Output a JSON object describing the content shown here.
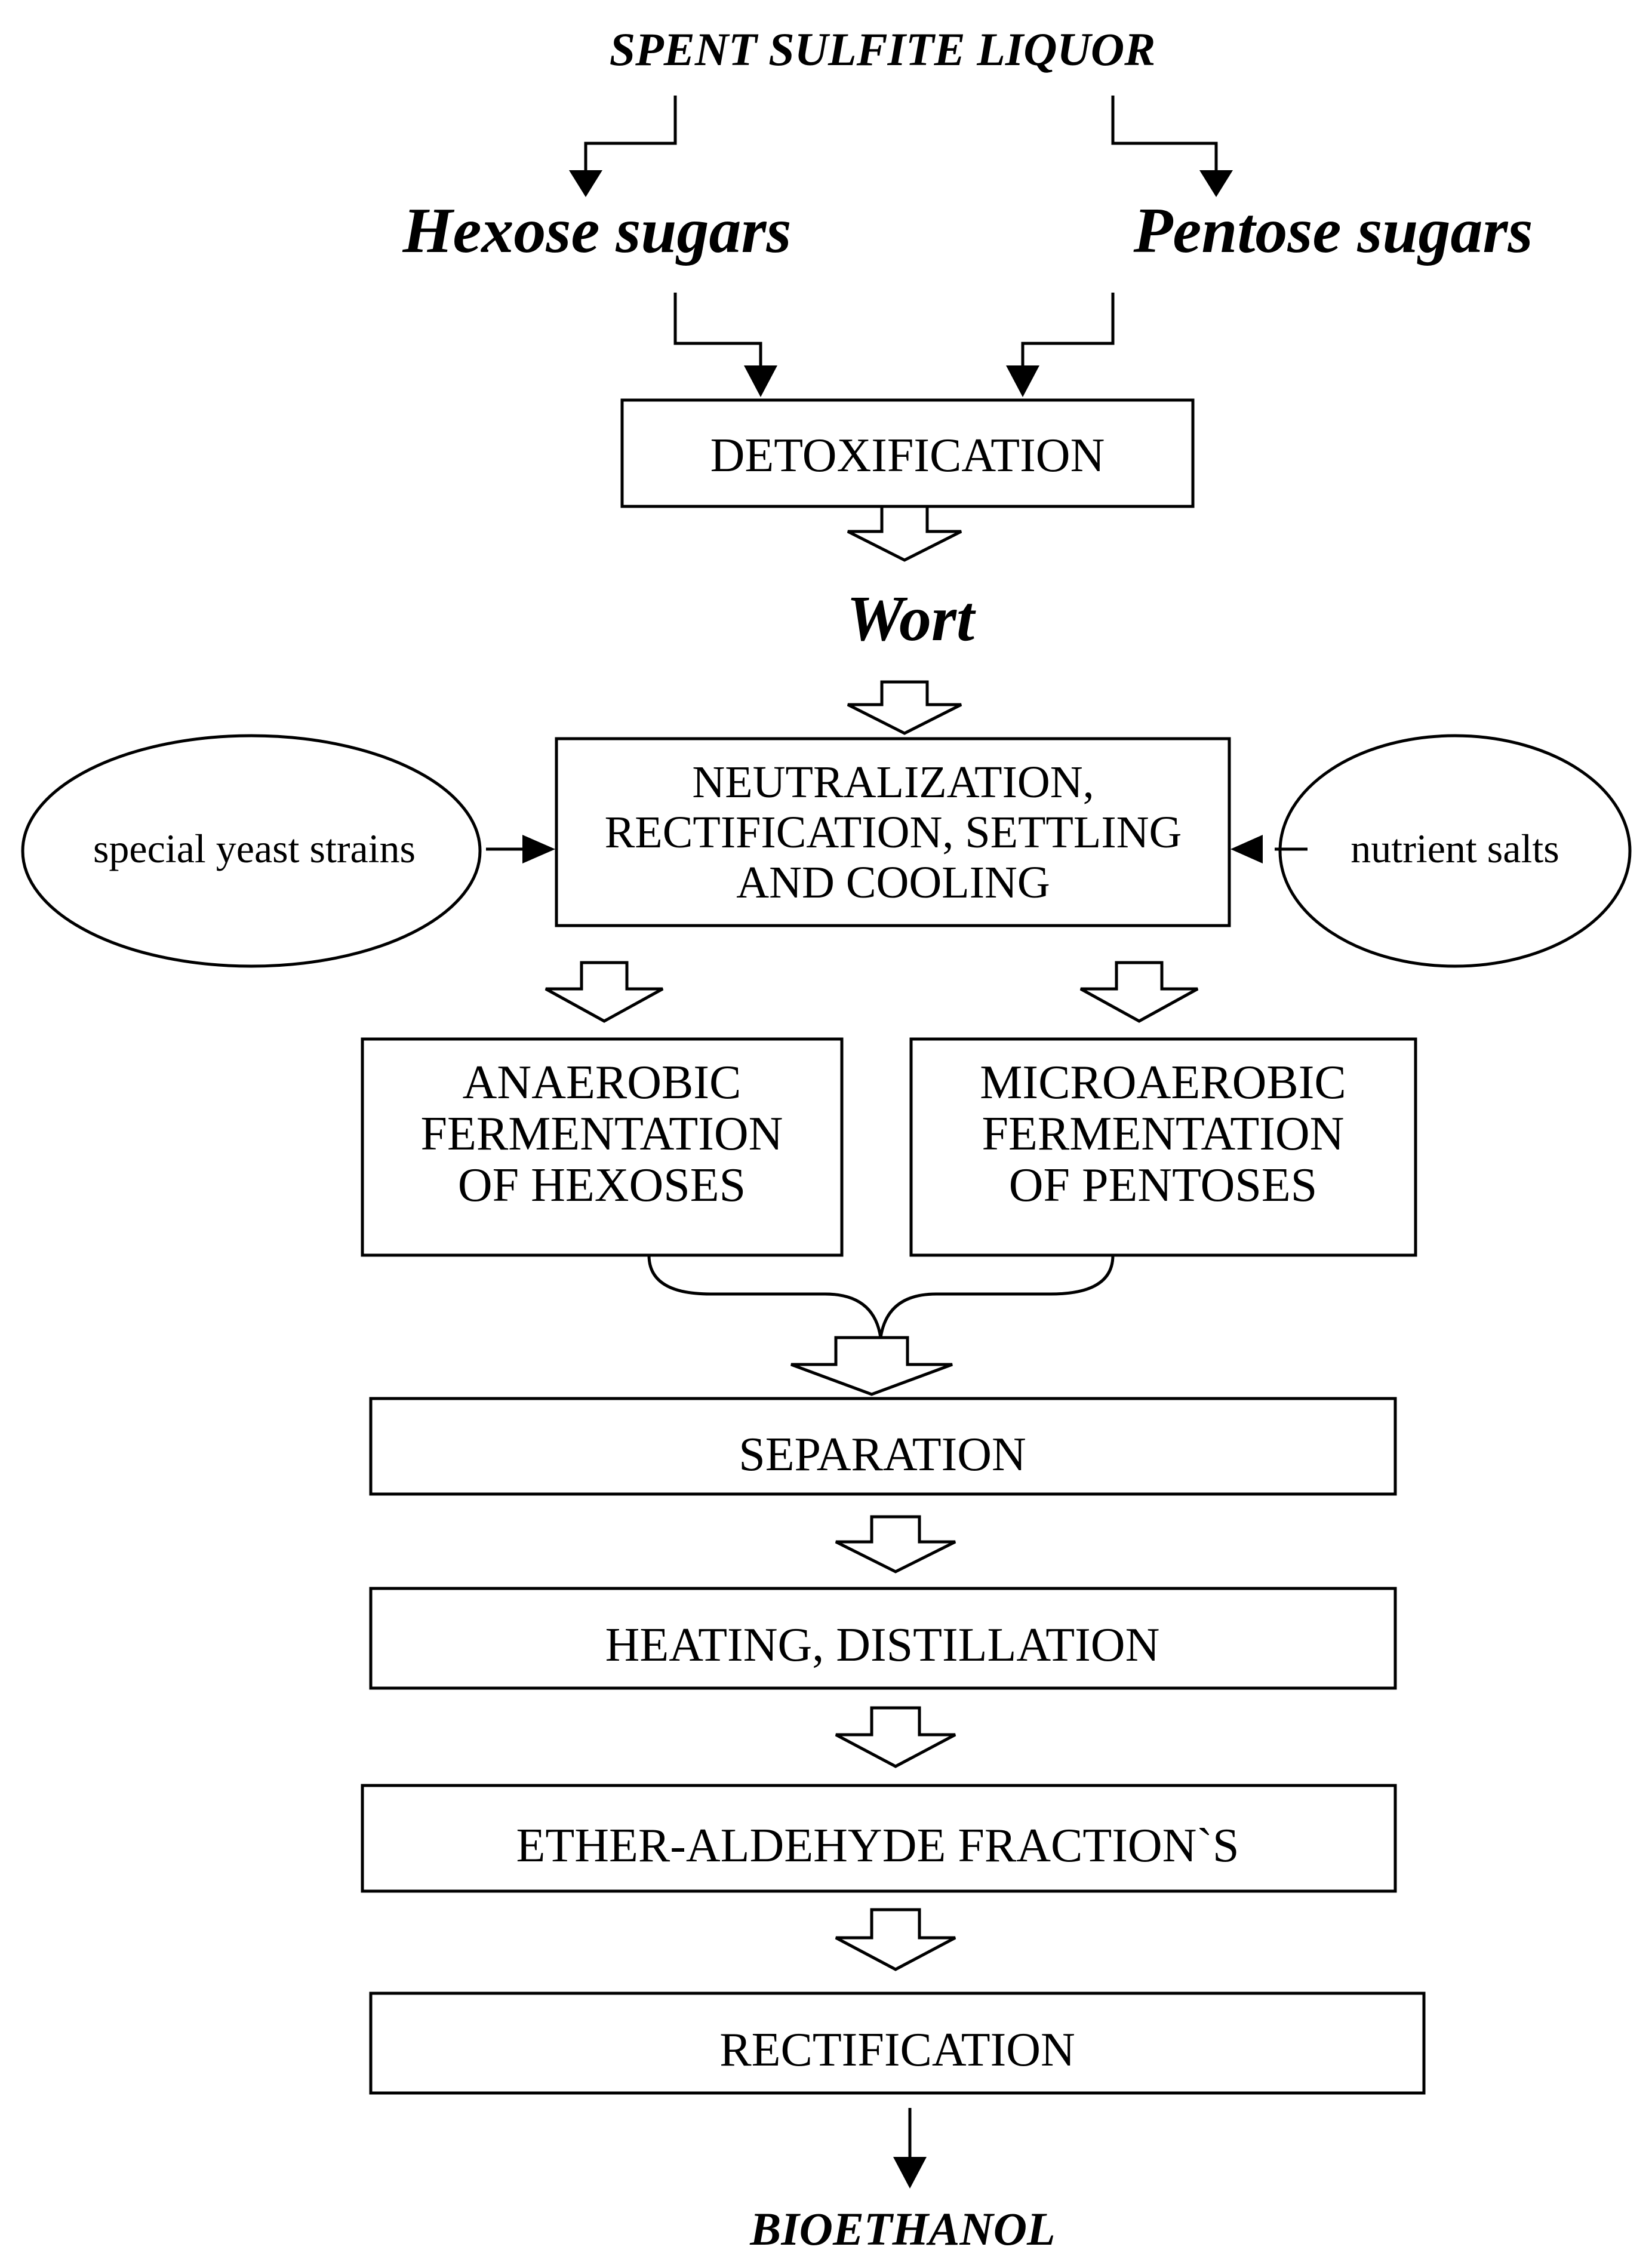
{
  "diagram": {
    "source": "SPENT SULFITE LIQUOR",
    "hexose": "Hexose sugars",
    "pentose": "Pentose sugars",
    "detox": "DETOXIFICATION",
    "wort": "Wort",
    "neutral": {
      "line1": "NEUTRALIZATION,",
      "line2": "RECTIFICATION, SETTLING",
      "line3": "AND COOLING"
    },
    "yeast": "special yeast strains",
    "nutrients": "nutrient salts",
    "anaerobic": {
      "line1": "ANAEROBIC",
      "line2": "FERMENTATION",
      "line3": "OF HEXOSES"
    },
    "microaerobic": {
      "line1": "MICROAEROBIC",
      "line2": "FERMENTATION",
      "line3": "OF PENTOSES"
    },
    "separation": "SEPARATION",
    "heating": "HEATING, DISTILLATION",
    "ether": "ETHER-ALDEHYDE FRACTION`S",
    "rectification": "RECTIFICATION",
    "product": "BIOETHANOL"
  }
}
